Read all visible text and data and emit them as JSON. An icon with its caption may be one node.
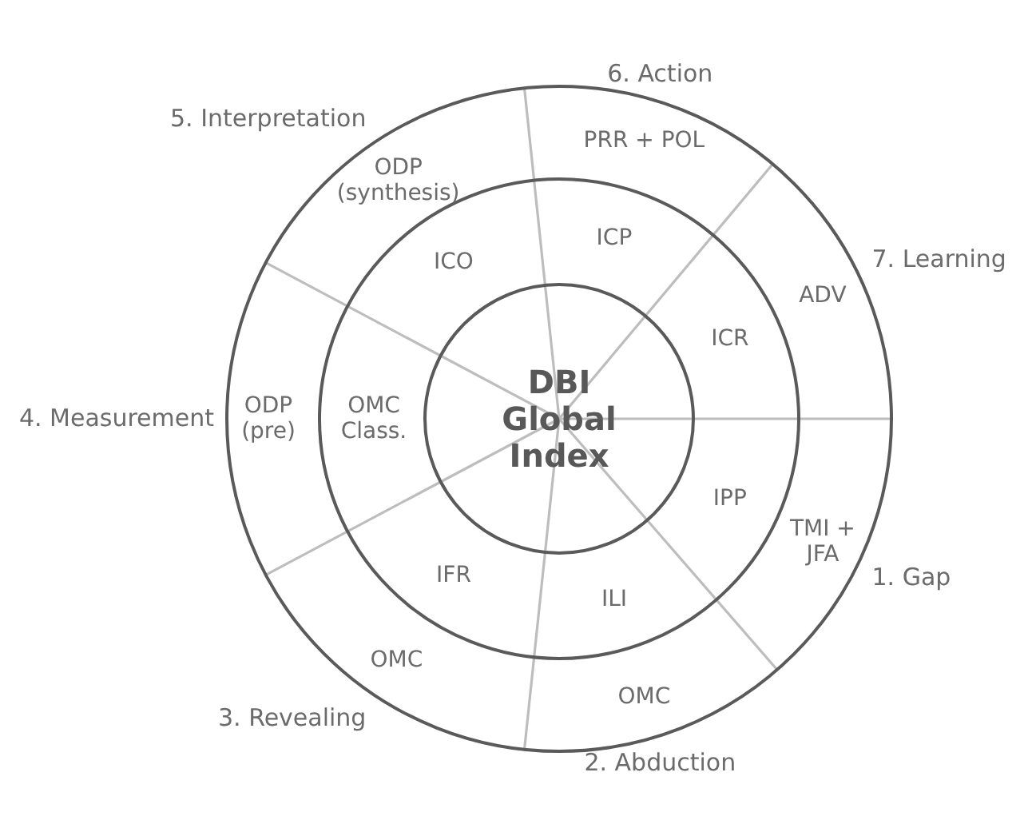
{
  "diagram": {
    "nodes": [
      {
        "text": [
          "DBI Global Index"
        ]
      },
      {
        "text": [
          "IPP"
        ]
      },
      {
        "text": [
          "ILI"
        ]
      },
      {
        "text": [
          "IFR"
        ]
      },
      {
        "text": [
          "OMC Class."
        ]
      },
      {
        "text": [
          "ICO"
        ]
      },
      {
        "text": [
          "ICP"
        ]
      },
      {
        "text": [
          "ICR"
        ]
      },
      {
        "text": [
          "TMI + JFA"
        ]
      },
      {
        "text": [
          "OMC"
        ]
      },
      {
        "text": [
          "OMC"
        ]
      },
      {
        "text": [
          "ODP (pre)"
        ]
      },
      {
        "text": [
          "ODP (synthesis)"
        ]
      },
      {
        "text": [
          "PRR + POL"
        ]
      },
      {
        "text": [
          "ADV"
        ]
      }
    ],
    "labels": [
      "1. Gap",
      "2. Abduction",
      "3. Revealing",
      "4. Measurement",
      "5. Interpretation",
      "6. Action",
      "7. Learning"
    ]
  }
}
